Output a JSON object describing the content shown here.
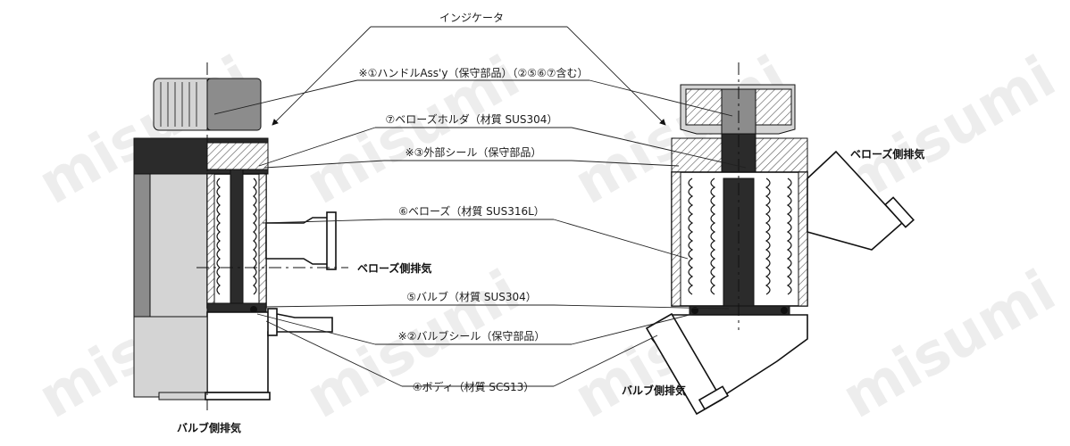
{
  "labels": {
    "indicator": "インジケータ",
    "handle_assy": "※①ハンドルAss'y（保守部品）（②⑤⑥⑦含む）",
    "bellows_holder": "⑦ベローズホルダ（材質 SUS304）",
    "outer_seal": "※③外部シール（保守部品）",
    "bellows": "⑥ベローズ（材質 SUS316L）",
    "valve": "⑤バルブ（材質 SUS304）",
    "valve_seal": "※②バルブシール（保守部品）",
    "body": "④ボディ（材質 SCS13）"
  },
  "ports": {
    "bellows_exhaust_center": "ベローズ側排気",
    "bellows_exhaust_right": "ベローズ側排気",
    "valve_exhaust_left": "バルブ側排気",
    "valve_exhaust_right": "バルブ側排気"
  },
  "watermark": "misumi"
}
